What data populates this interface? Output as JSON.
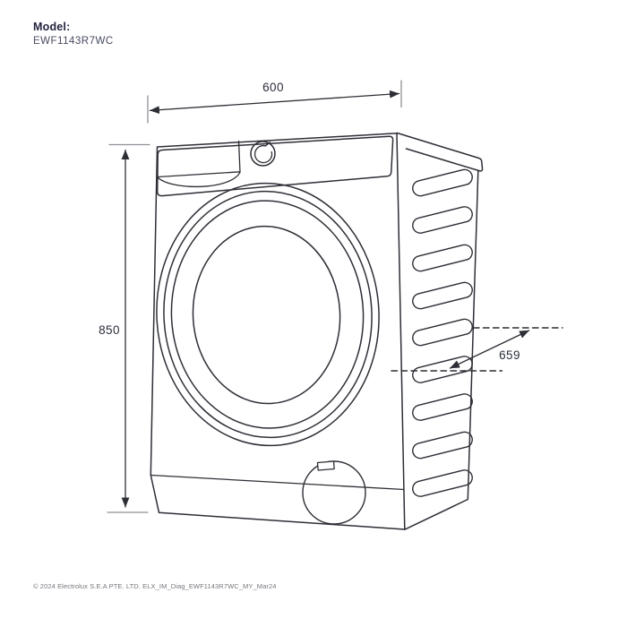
{
  "model": {
    "label": "Model:",
    "number": "EWF1143R7WC"
  },
  "dimensions": {
    "width": "600",
    "height": "850",
    "depth": "659"
  },
  "footer": {
    "copyright": "© 2024 Electrolux S.E.A PTE. LTD. ELX_IM_Diag_EWF1143R7WC_MY_Mar24"
  },
  "diagram": {
    "subject": "front-load washing machine dimension line drawing, front-right view"
  },
  "colors": {
    "line": "#2e2f36",
    "extension_line": "#909098",
    "text_primary": "#23253f",
    "model_number_text": "#474a60",
    "footer_text": "#77777f",
    "background": "#ffffff"
  }
}
